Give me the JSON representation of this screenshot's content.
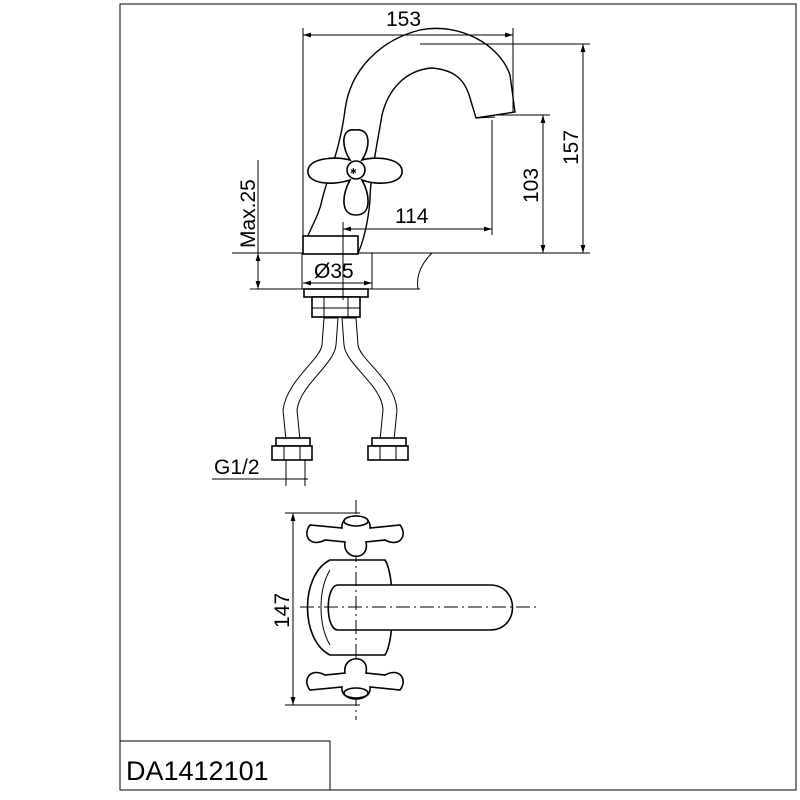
{
  "model_code": "DA1412101",
  "dimensions": {
    "spout_reach_total": "153",
    "total_height": "157",
    "spout_height": "103",
    "spout_reach": "114",
    "max_deck_thickness": "Max.25",
    "hole_diameter": "Ø35",
    "connection_thread": "G1/2",
    "handle_span": "147"
  }
}
